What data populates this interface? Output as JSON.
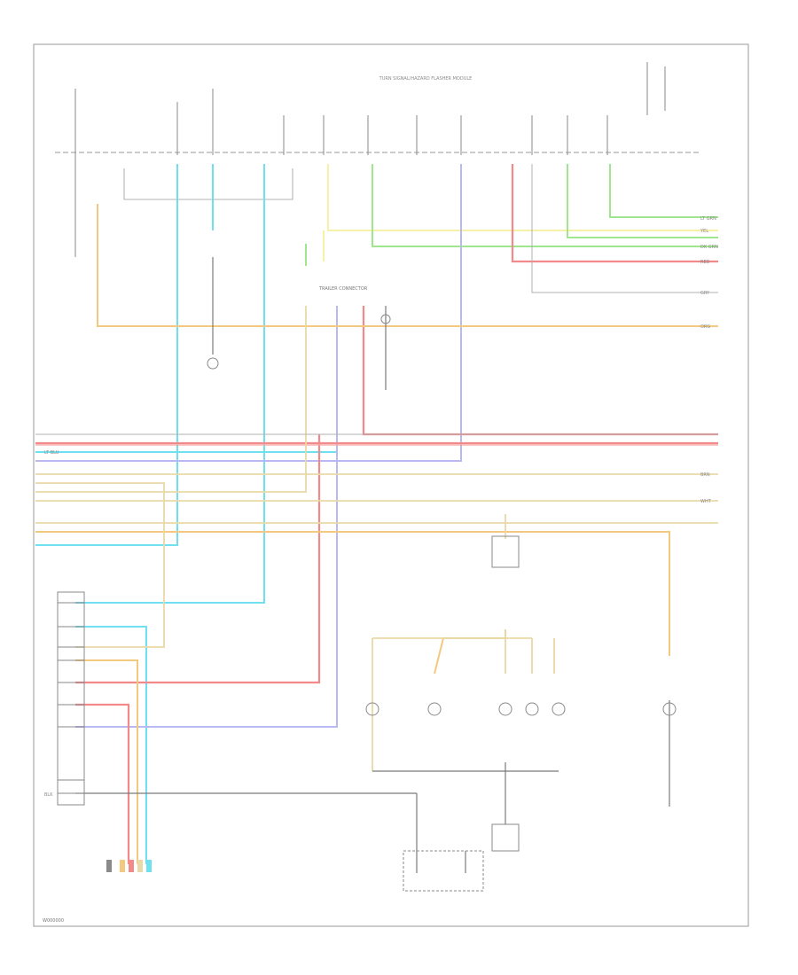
{
  "diagram": {
    "header_label": "TURN SIGNAL/HAZARD FLASHER MODULE",
    "trailer_connector_label": "TRAILER CONNECTOR",
    "footer_code": "W000000"
  },
  "colors": {
    "light_blue": "#6fe0f0",
    "yellow": "#f7f1a8",
    "orange_tan": "#f2c97e",
    "tan": "#e9d9a8",
    "red": "#f28a8a",
    "pink": "#f5a3a3",
    "green": "#9fe68f",
    "blue_violet": "#b8b8f2",
    "gray": "#9a9a9a",
    "ink": "#7a7a7a"
  },
  "wire_labels": {
    "lt_blu": "LT BLU",
    "yel": "YEL",
    "brn": "BRN",
    "red": "RED",
    "dk_grn": "DK GRN",
    "lt_grn": "LT GRN",
    "blk": "BLK",
    "org": "ORG",
    "gry": "GRY",
    "wht": "WHT"
  }
}
